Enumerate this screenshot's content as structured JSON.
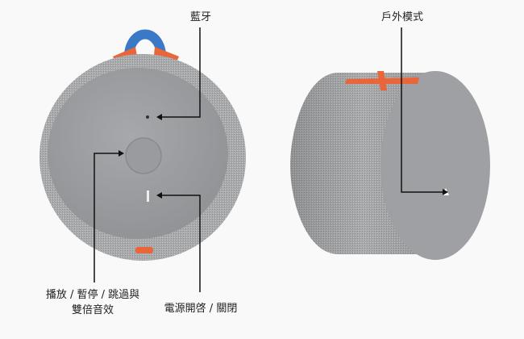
{
  "labels": {
    "bluetooth": "藍牙",
    "outdoor_mode": "戶外模式",
    "play_pause_line1": "播放 / 暫停 / 跳過與",
    "play_pause_line2": "雙倍音效",
    "power": "電源開啓 / 關閉"
  },
  "colors": {
    "strap_blue": "#3a78c8",
    "strap_orange": "#e8663a",
    "fabric_gray": "#a8a9ab",
    "face_gray": "#9c9da0"
  }
}
